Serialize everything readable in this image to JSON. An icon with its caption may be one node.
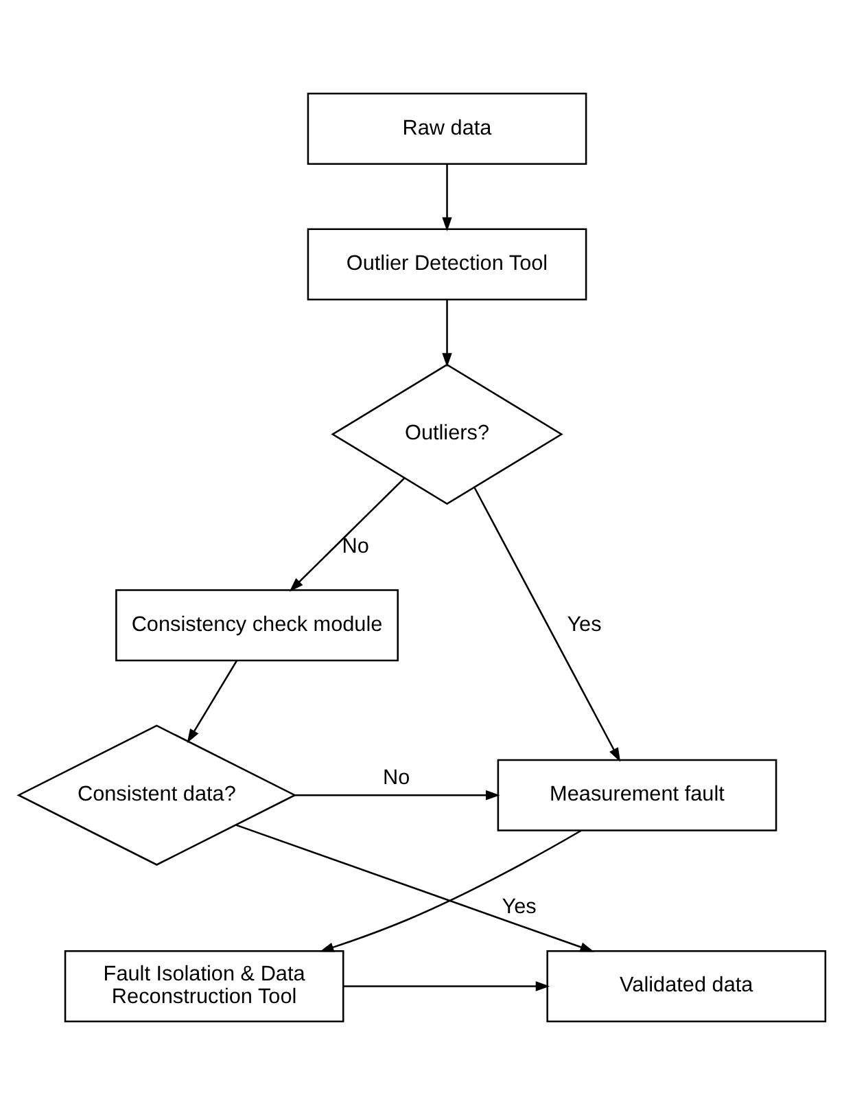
{
  "diagram": {
    "nodes": [
      {
        "text": [
          "Raw data"
        ]
      },
      {
        "text": [
          "Outlier Detection Tool"
        ]
      },
      {
        "text": [
          "Outliers?"
        ]
      },
      {
        "text": [
          "Consistency check module"
        ]
      },
      {
        "text": [
          "Consistent data?"
        ]
      },
      {
        "text": [
          "Measurement fault"
        ]
      },
      {
        "text": [
          "Fault Isolation & Data Reconstruction Tool"
        ]
      },
      {
        "text": [
          "Validated data"
        ]
      }
    ],
    "edges": [
      {
        "from": 0,
        "to": 1,
        "arrow": "to"
      },
      {
        "from": 1,
        "to": 2,
        "arrow": "to"
      },
      {
        "from": 2,
        "to": 5,
        "arrow": "to",
        "label": "Yes"
      },
      {
        "from": 2,
        "to": 3,
        "arrow": "to",
        "label": "No"
      },
      {
        "from": 3,
        "to": 4,
        "arrow": "to"
      },
      {
        "from": 4,
        "to": 5,
        "arrow": "to",
        "label": "No"
      },
      {
        "from": 4,
        "to": 7,
        "arrow": "to",
        "label": "Yes"
      },
      {
        "from": 5,
        "to": 6,
        "arrow": "to"
      },
      {
        "from": 6,
        "to": 7,
        "arrow": "to"
      }
    ]
  }
}
